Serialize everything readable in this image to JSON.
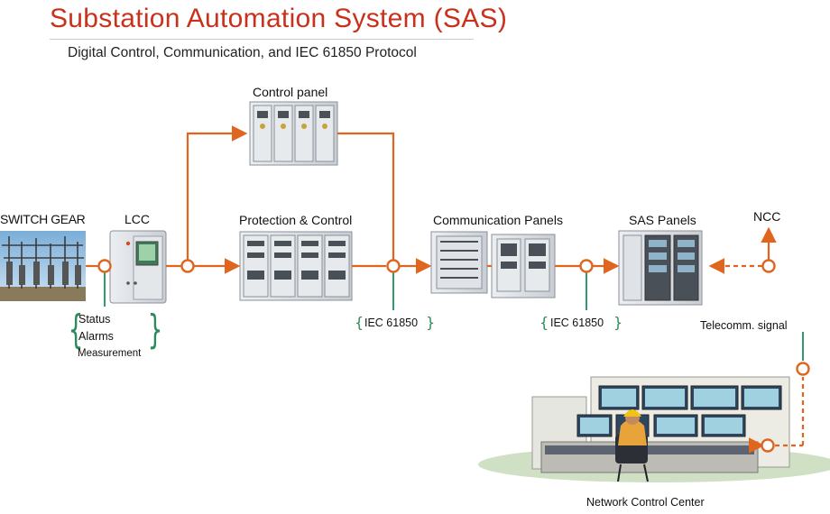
{
  "header": {
    "title": "Substation Automation System (SAS)",
    "subtitle": "Digital Control, Communication, and IEC 61850 Protocol"
  },
  "nodes": {
    "switchgear": "SWITCH GEAR",
    "lcc": "LCC",
    "control_panel": "Control panel",
    "protection_control": "Protection & Control",
    "communication_panels": "Communication Panels",
    "sas_panels": "SAS Panels",
    "ncc": "NCC",
    "network_control_center": "Network Control Center"
  },
  "signals": {
    "status": "Status",
    "alarms": "Alarms",
    "measurement": "Measurement",
    "iec_1": "IEC 61850",
    "iec_2": "IEC 61850",
    "telecomm": "Telecomm. signal"
  },
  "colors": {
    "title": "#c8321c",
    "arrow": "#e0651f",
    "junction": "#e0651f",
    "link": "#2f9a6a",
    "brace": "#2f8a5a",
    "cabinet": "#d9dde2",
    "cabinet_dark": "#4a5058"
  }
}
